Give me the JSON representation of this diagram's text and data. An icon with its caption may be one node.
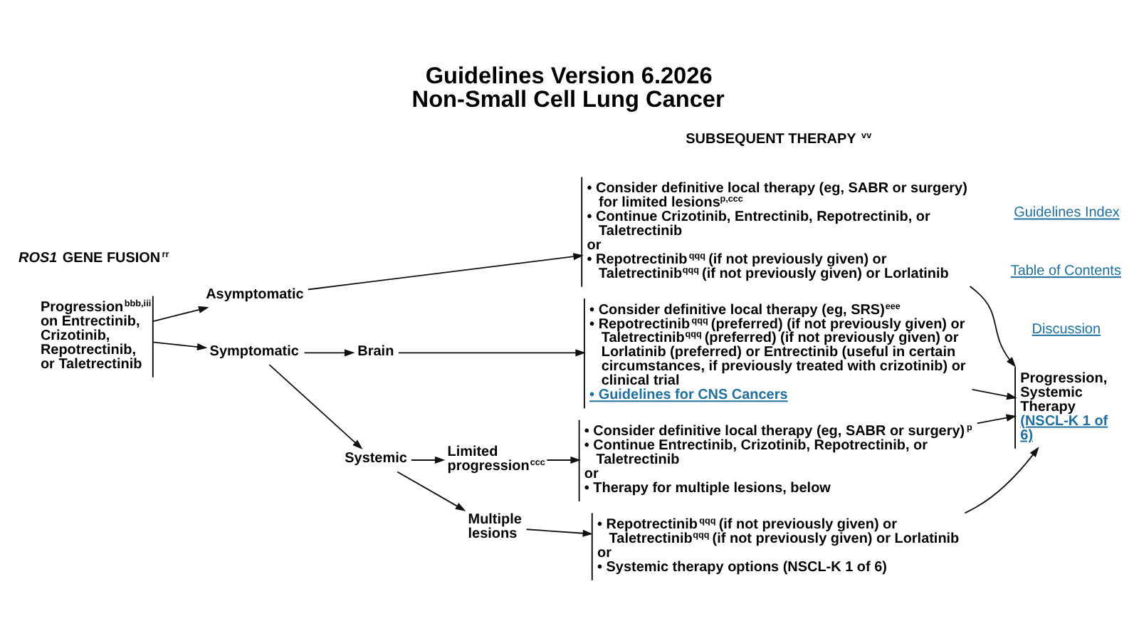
{
  "diagram": {
    "title": "Guidelines Version 6.2026 Non-Small Cell Lung Cancer",
    "nodes": [
      {
        "text": [
          "Progression$^{bbb,iii}$ on Entrectinib, Crizotinib, Repotrectinib, or Taletrectinib"
        ]
      },
      {
        "text": [
          "Asymptomatic"
        ]
      },
      {
        "text": [
          "Symptomatic"
        ]
      },
      {
        "text": [
          "Brain"
        ]
      },
      {
        "text": [
          "Systemic"
        ]
      },
      {
        "text": [
          "Limited progression$^{ccc}$"
        ]
      },
      {
        "text": [
          "Multiple lesions"
        ]
      },
      {
        "text": [
          "• Consider definitive local therapy (eg, SABR or surgery) for limited lesions$^{p,ccc}$",
          "• Continue Crizotinib, Entrectinib, Repotrectinib, or Taletrectinib",
          "or",
          "• Repotrectinib$^{qqq}$ (if not previously given) or Taletrectinib$^{qqq}$ (if not previously given) or Lorlatinib"
        ]
      },
      {
        "text": [
          "• Consider definitive local therapy (eg, SRS)$^{eee}$",
          "• Repotrectinib$^{qqq}$ (preferred) (if not previously given) or Taletrectinib$^{qqq}$ (preferred) (if not previously given) or Lorlatinib (preferred) or Entrectinib (useful in certain circumstances, if previously treated with crizotinib) or clinical trial",
          "• Guidelines for CNS Cancers"
        ]
      },
      {
        "text": [
          "• Consider definitive local therapy (eg, SABR or surgery)$^{p}$",
          "• Continue Entrectinib, Crizotinib, Repotrectinib, or Taletrectinib",
          "or",
          "• Therapy for multiple lesions, below"
        ]
      },
      {
        "text": [
          "• Repotrectinib$^{qqq}$ (if not previously given) or Taletrectinib$^{qqq}$ (if not previously given) or Lorlatinib",
          "or",
          "• Systemic therapy options (NSCL-K 1 of 6)"
        ]
      },
      {
        "text": [
          "Progression, Systemic Therapy",
          "(NSCL-K 1 of 6)"
        ]
      }
    ],
    "edges": [
      {
        "from": 0,
        "to": 1,
        "arrow": "to"
      },
      {
        "from": 0,
        "to": 2,
        "arrow": "to"
      },
      {
        "from": 1,
        "to": 7,
        "arrow": "to"
      },
      {
        "from": 2,
        "to": 3,
        "arrow": "to"
      },
      {
        "from": 2,
        "to": 4,
        "arrow": "to"
      },
      {
        "from": 3,
        "to": 8,
        "arrow": "to"
      },
      {
        "from": 4,
        "to": 5,
        "arrow": "to"
      },
      {
        "from": 4,
        "to": 6,
        "arrow": "to"
      },
      {
        "from": 5,
        "to": 9,
        "arrow": "to"
      },
      {
        "from": 6,
        "to": 10,
        "arrow": "to"
      },
      {
        "from": 7,
        "to": 11,
        "arrow": "to"
      },
      {
        "from": 8,
        "to": 11,
        "arrow": "to"
      },
      {
        "from": 9,
        "to": 11,
        "arrow": "to"
      },
      {
        "from": 10,
        "to": 11,
        "arrow": "to"
      }
    ],
    "labels": [
      "Guidelines Index",
      "Table of Contents",
      "Discussion",
      "*ROS1* GENE FUSION$^{rr}$",
      "SUBSEQUENT THERAPY$^{vv}$"
    ]
  }
}
